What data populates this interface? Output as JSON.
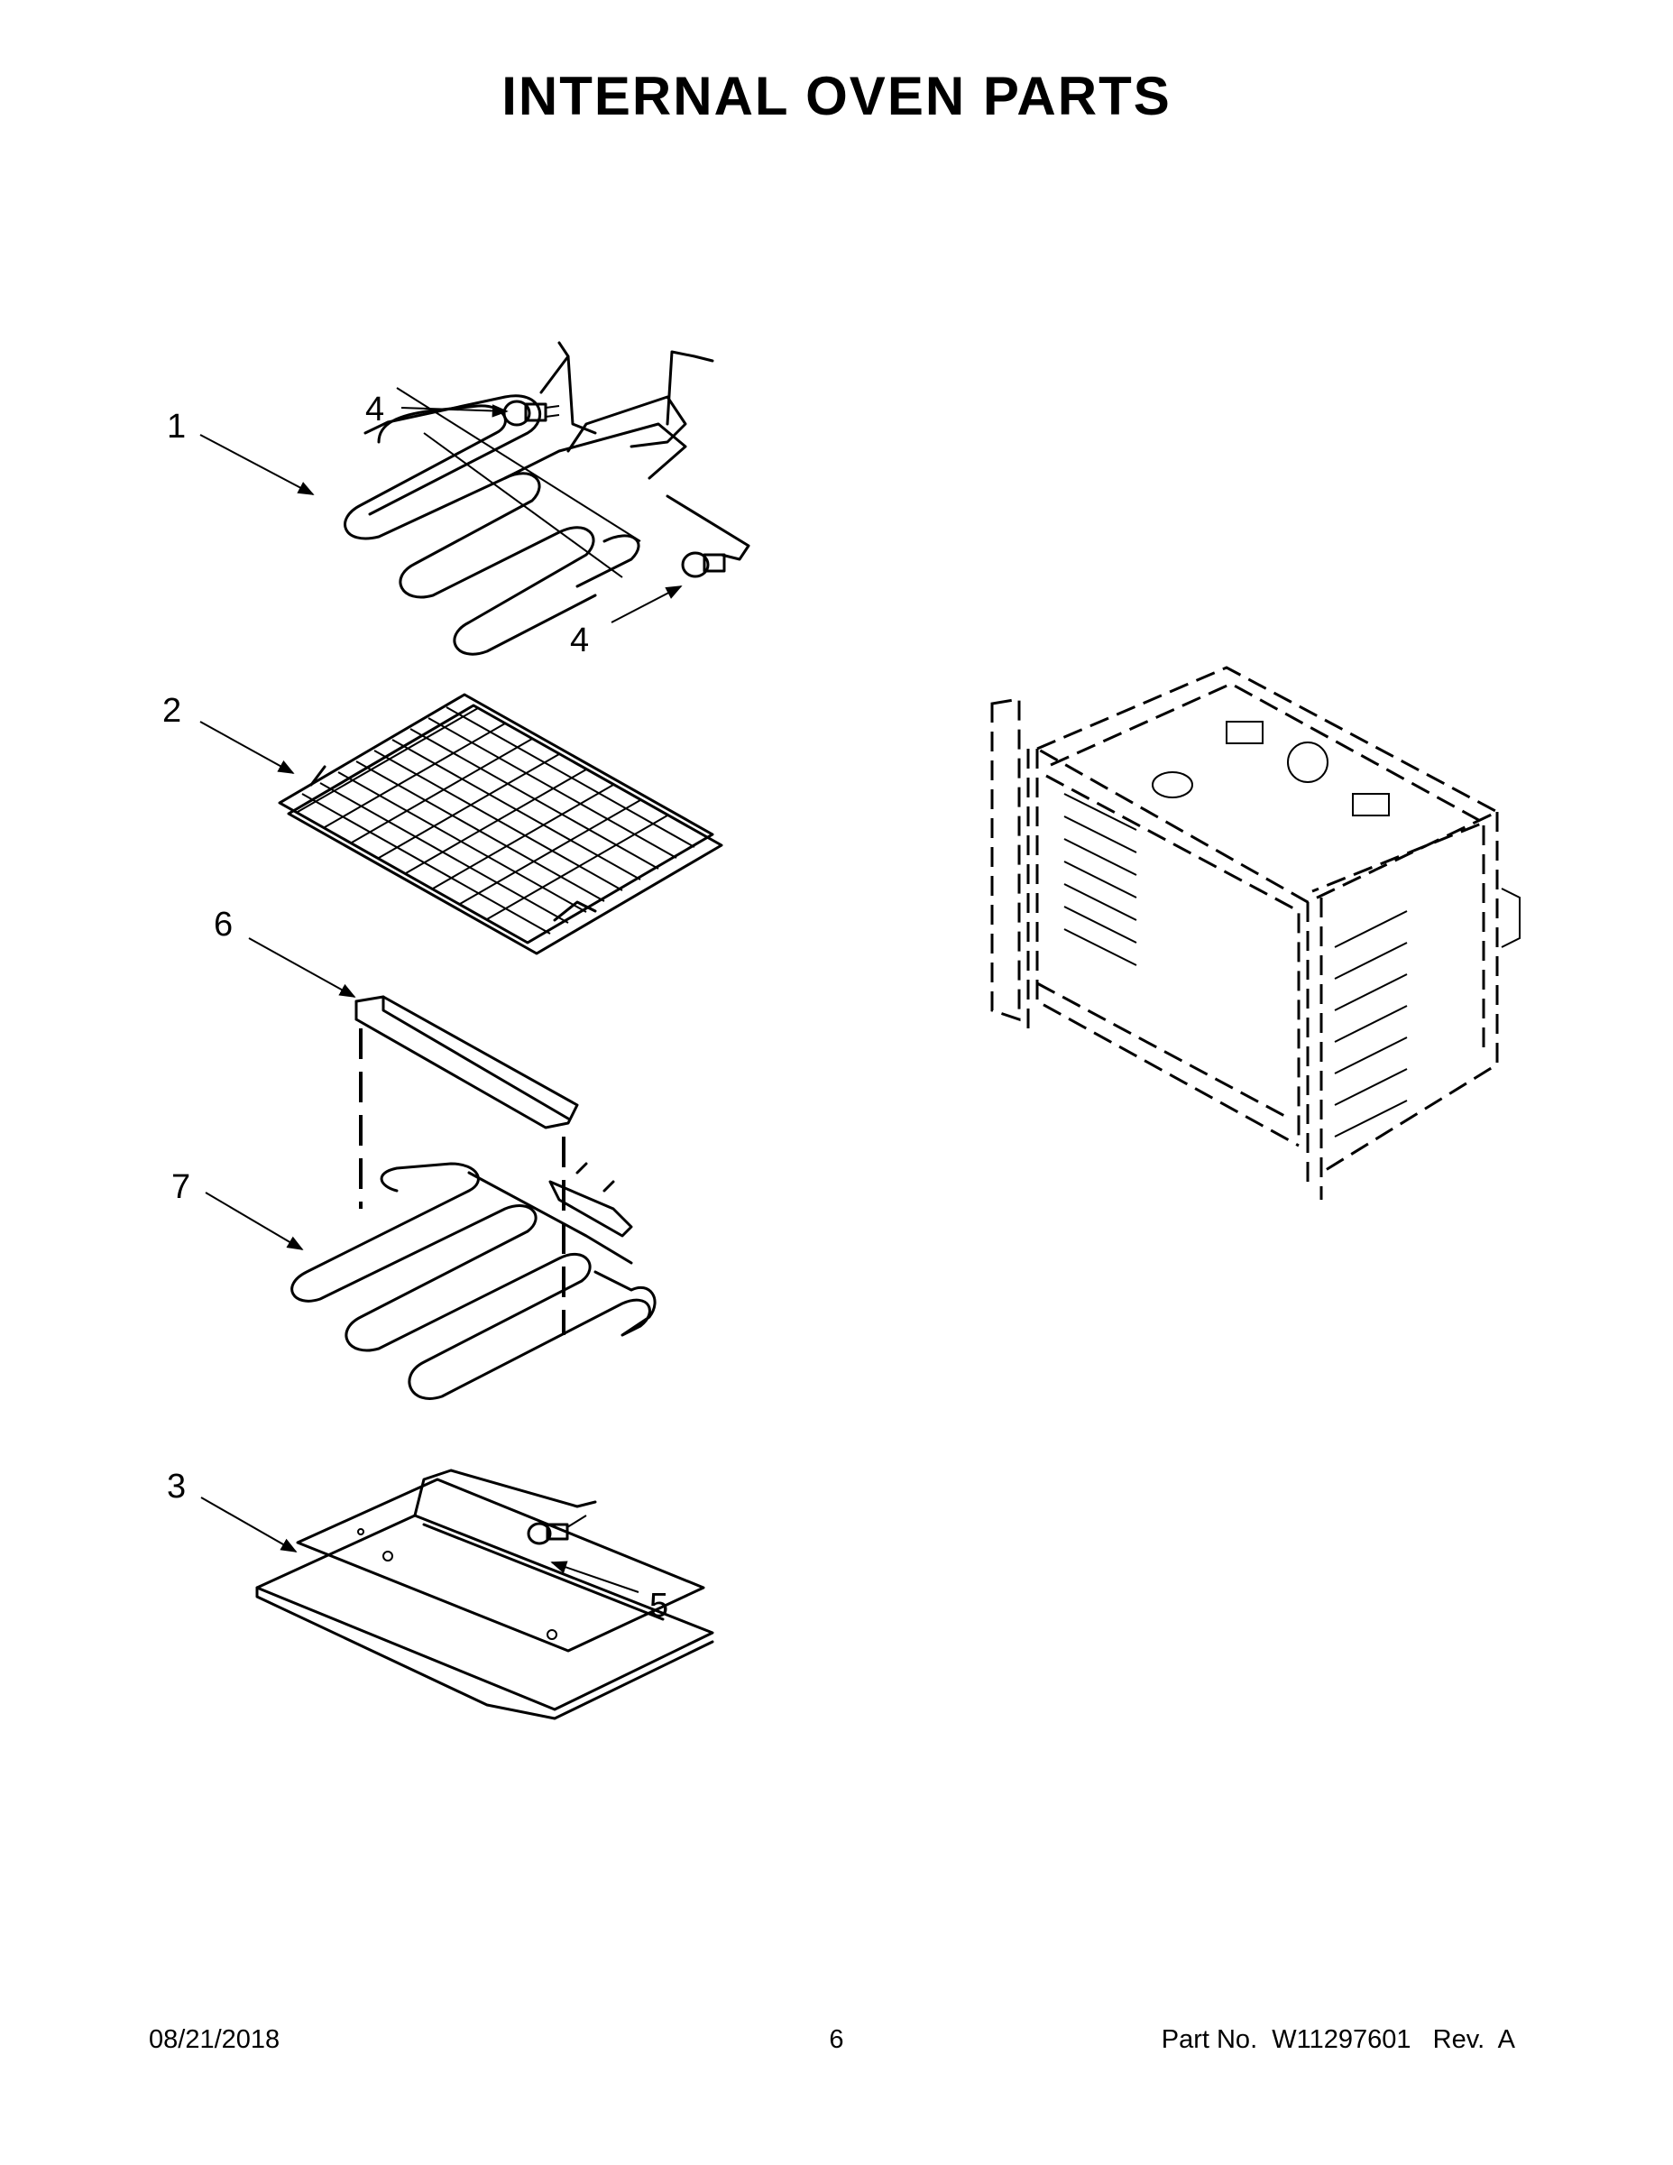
{
  "title": "INTERNAL OVEN PARTS",
  "callouts": [
    {
      "id": "c1",
      "label": "1"
    },
    {
      "id": "c2",
      "label": "2"
    },
    {
      "id": "c3",
      "label": "3"
    },
    {
      "id": "c4a",
      "label": "4"
    },
    {
      "id": "c4b",
      "label": "4"
    },
    {
      "id": "c5",
      "label": "5"
    },
    {
      "id": "c6",
      "label": "6"
    },
    {
      "id": "c7",
      "label": "7"
    }
  ],
  "footer": {
    "date": "08/21/2018",
    "page": "6",
    "part": "Part No.  W11297601   Rev.  A"
  }
}
